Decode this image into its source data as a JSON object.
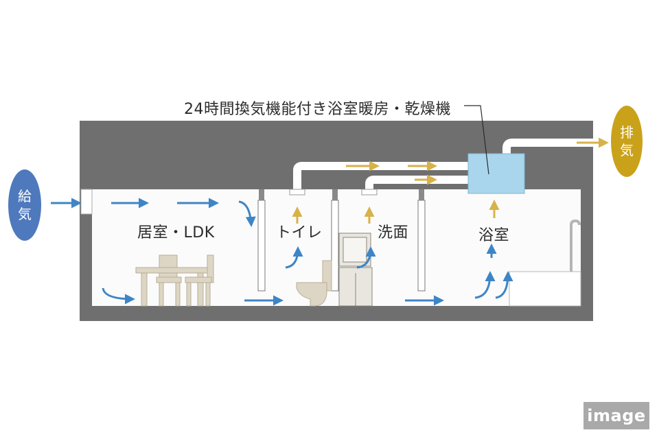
{
  "diagram": {
    "title": "24時間換気機能付き浴室暖房・乾燥機",
    "supply": {
      "line1": "給",
      "line2": "気"
    },
    "exhaust": {
      "line1": "排",
      "line2": "気"
    },
    "rooms": {
      "living": "居室・LDK",
      "toilet": "トイレ",
      "washroom": "洗面",
      "bathroom": "浴室"
    }
  },
  "colors": {
    "house_wall": "#6f6f6f",
    "room_fill": "#fbfbfb",
    "supply_badge": "#4f79bd",
    "exhaust_badge": "#caa21a",
    "fresh_air_arrow": "#3d85c6",
    "exhaust_air_arrow": "#d7b24a",
    "ventilation_unit": "#a9d6ec",
    "furniture": "#ddd6c4"
  },
  "icons": [
    "dining-table-icon",
    "toilet-icon",
    "washbasin-icon",
    "bathtub-icon"
  ],
  "watermark": "image"
}
